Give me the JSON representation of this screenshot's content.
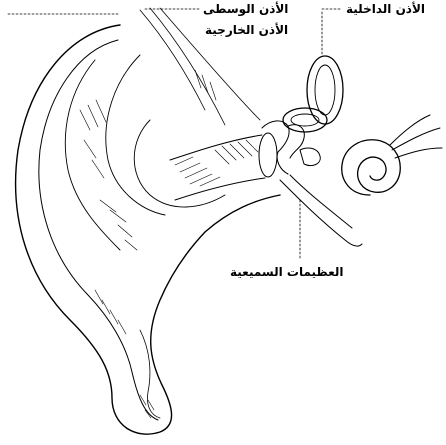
{
  "labels": {
    "inner_ear": "الأذن الداخلية",
    "middle_ear": "الأذن الوسطى",
    "outer_ear": "الأذن الخارجية",
    "ossicles": "العظيمات السميعية"
  },
  "colors": {
    "ink": "#000000",
    "background": "#ffffff"
  }
}
